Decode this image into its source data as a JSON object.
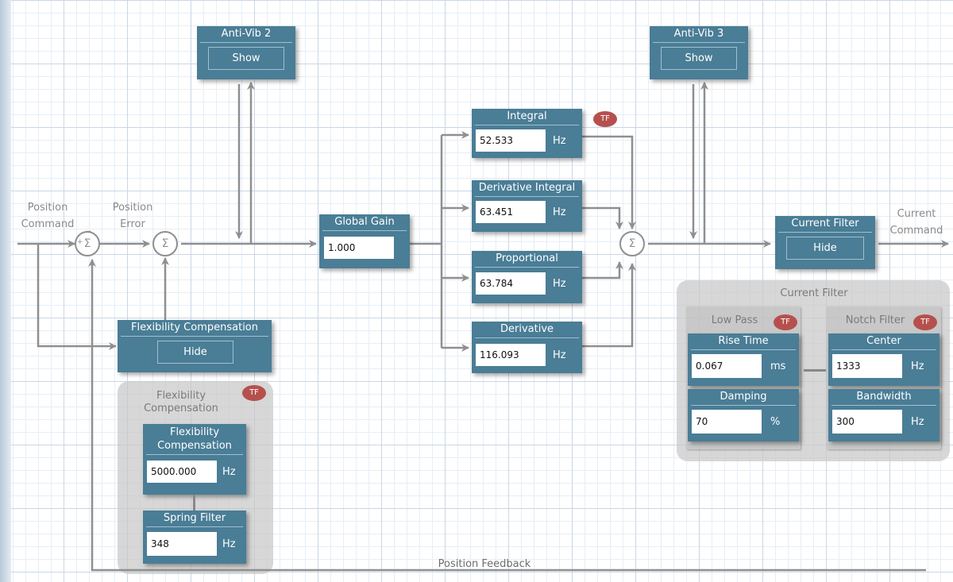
{
  "labels": {
    "position_command": "Position\nCommand",
    "position_error": "Position\nError",
    "current_command": "Current\nCommand",
    "position_feedback": "Position Feedback",
    "sum_symbol": "Σ",
    "plus": "+",
    "minus": "−"
  },
  "blocks": {
    "anti_vib_2": {
      "title": "Anti-Vib 2",
      "button": "Show"
    },
    "anti_vib_3": {
      "title": "Anti-Vib 3",
      "button": "Show"
    },
    "global_gain": {
      "title": "Global Gain",
      "value": "1.000"
    },
    "integral": {
      "title": "Integral",
      "value": "52.533",
      "unit": "Hz"
    },
    "derivative_integral": {
      "title": "Derivative Integral",
      "value": "63.451",
      "unit": "Hz"
    },
    "proportional": {
      "title": "Proportional",
      "value": "63.784",
      "unit": "Hz"
    },
    "derivative": {
      "title": "Derivative",
      "value": "116.093",
      "unit": "Hz"
    },
    "current_filter": {
      "title": "Current Filter",
      "button": "Hide"
    },
    "flexibility_compensation": {
      "title": "Flexibility Compensation",
      "button": "Hide"
    }
  },
  "flex_panel": {
    "title": "Flexibility\nCompensation",
    "tf": "TF",
    "flex_comp": {
      "title": "Flexibility\nCompensation",
      "value": "5000.000",
      "unit": "Hz"
    },
    "spring_filter": {
      "title": "Spring Filter",
      "value": "348",
      "unit": "Hz"
    }
  },
  "current_panel": {
    "title": "Current Filter",
    "low_pass": {
      "title": "Low Pass",
      "tf": "TF",
      "rise_time": {
        "title": "Rise Time",
        "value": "0.067",
        "unit": "ms"
      },
      "damping": {
        "title": "Damping",
        "value": "70",
        "unit": "%"
      }
    },
    "notch": {
      "title": "Notch Filter",
      "tf": "TF",
      "center": {
        "title": "Center",
        "value": "1333",
        "unit": "Hz"
      },
      "bandwidth": {
        "title": "Bandwidth",
        "value": "300",
        "unit": "Hz"
      }
    }
  },
  "integral_tf": "TF",
  "colors": {
    "block": "#4a7d96",
    "wire": "#8f8f8f",
    "tf_badge": "#b6504d",
    "panel": "#c8c8c8"
  }
}
